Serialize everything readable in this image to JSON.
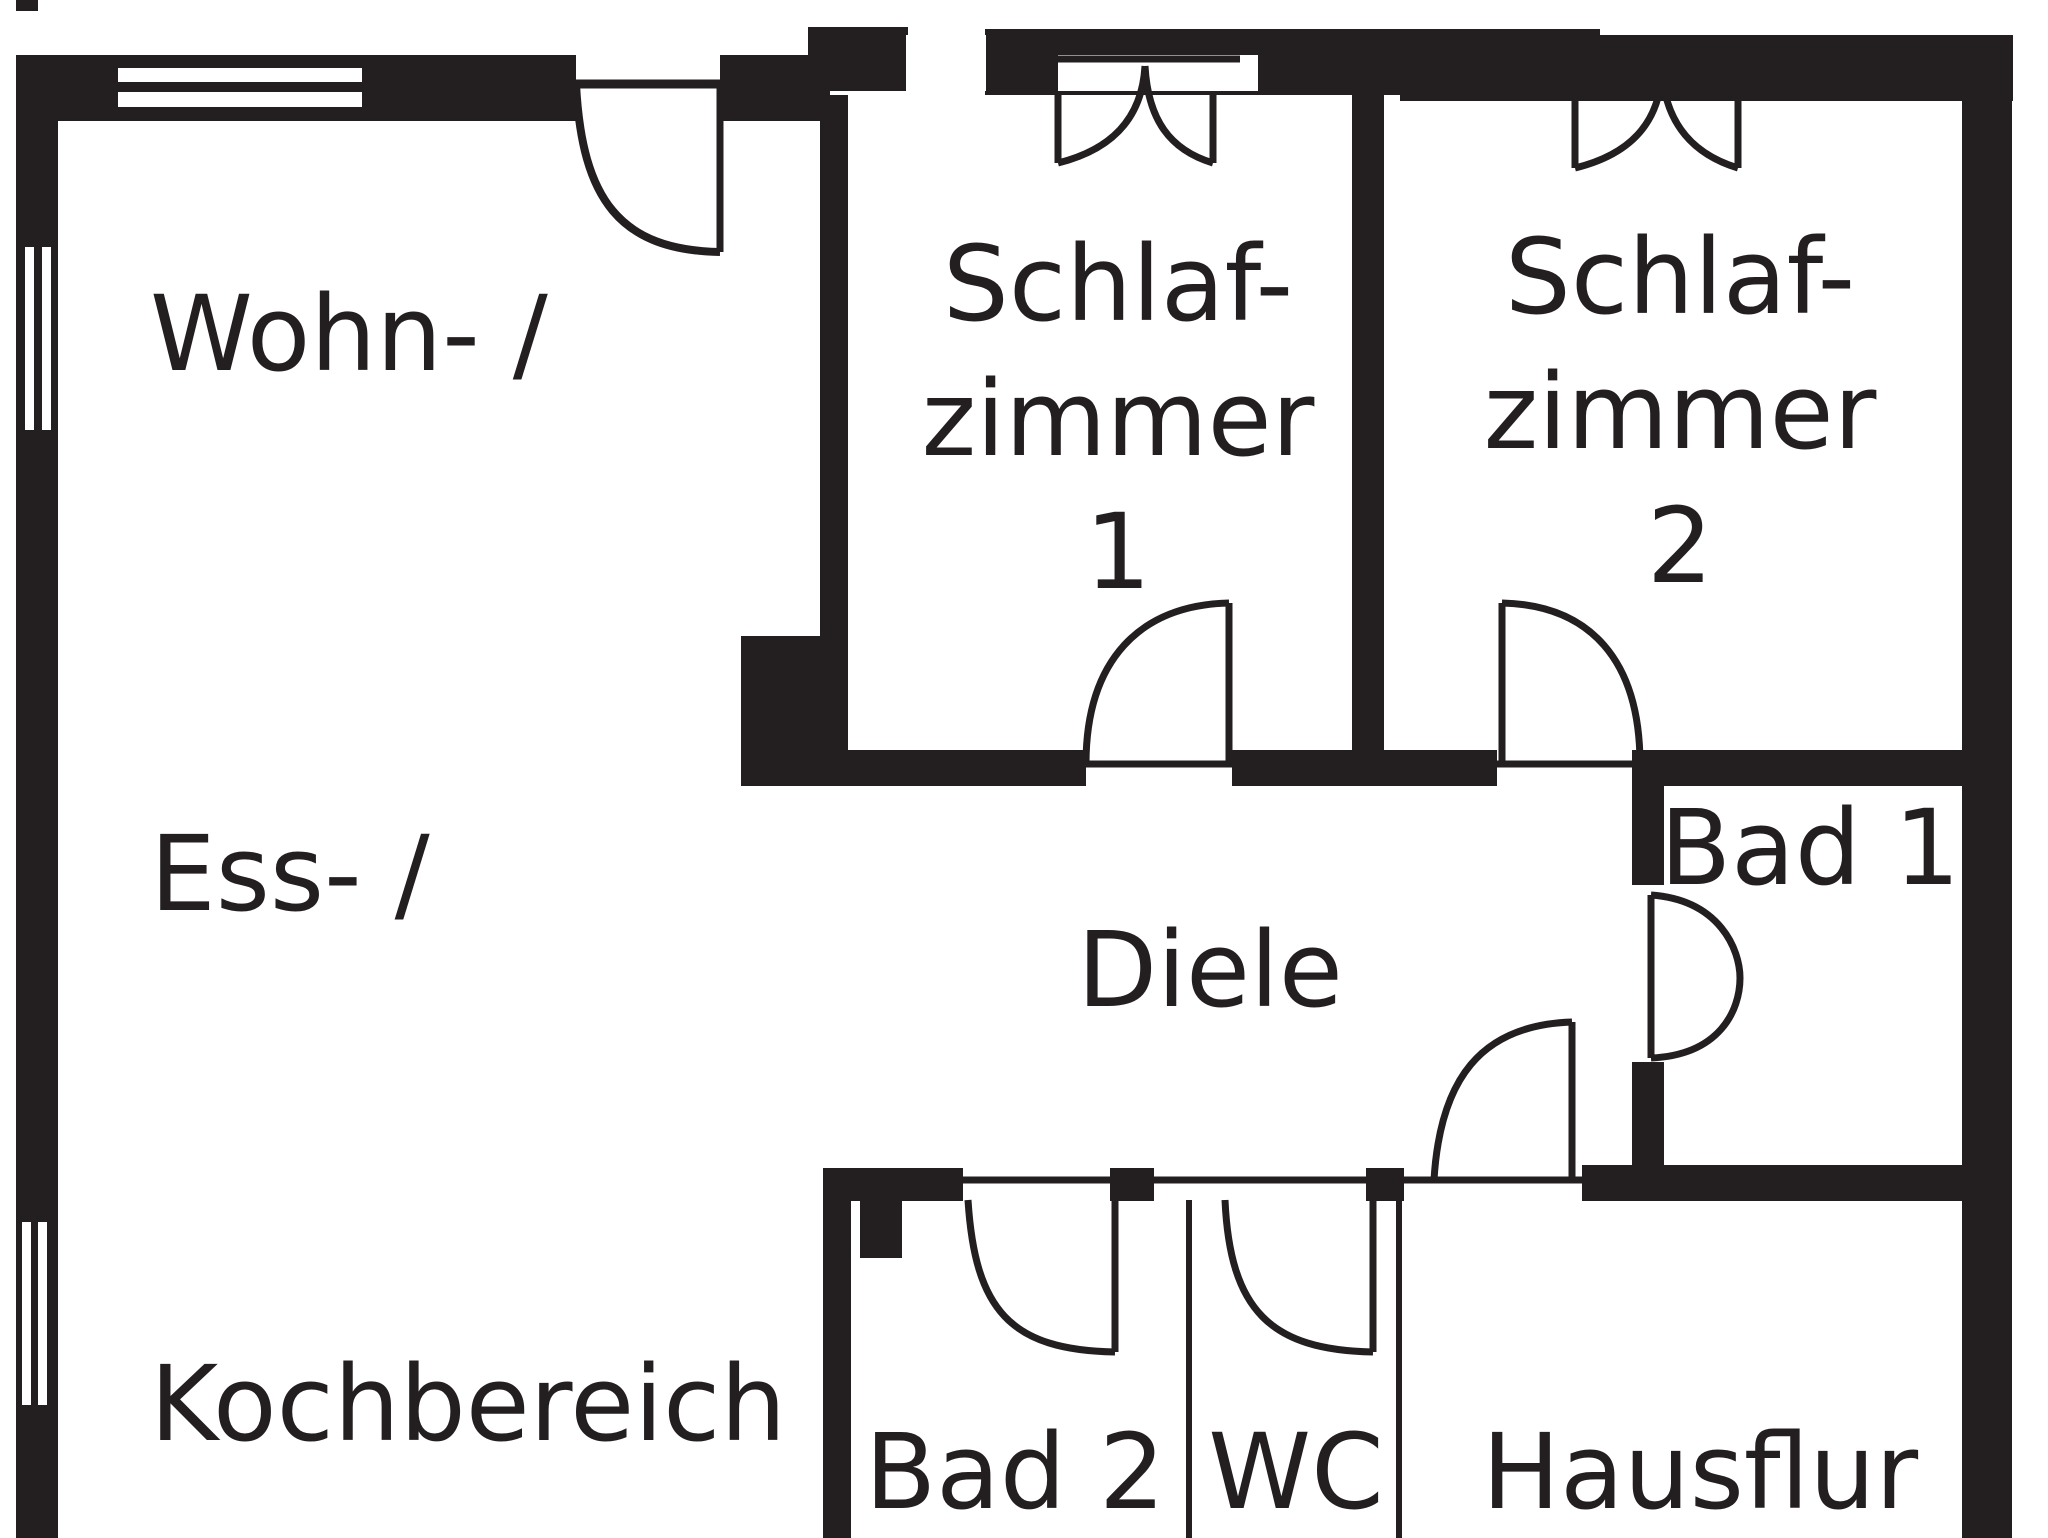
{
  "title": "Grundriss",
  "colors": {
    "wall": "#231f20",
    "background": "#ffffff"
  },
  "rooms": {
    "wohn": {
      "lines": [
        "Wohn- /",
        "Ess- /",
        "Kochbereich"
      ]
    },
    "schlaf1": {
      "lines": [
        "Schlaf-",
        "zimmer",
        "1"
      ]
    },
    "schlaf2": {
      "lines": [
        "Schlaf-",
        "zimmer",
        "2"
      ]
    },
    "diele": {
      "lines": [
        "Diele"
      ]
    },
    "bad1": {
      "lines": [
        "Bad 1"
      ]
    },
    "bad2": {
      "lines": [
        "Bad 2"
      ]
    },
    "wc": {
      "lines": [
        "WC"
      ]
    },
    "hausflur": {
      "lines": [
        "Hausflur"
      ]
    }
  }
}
